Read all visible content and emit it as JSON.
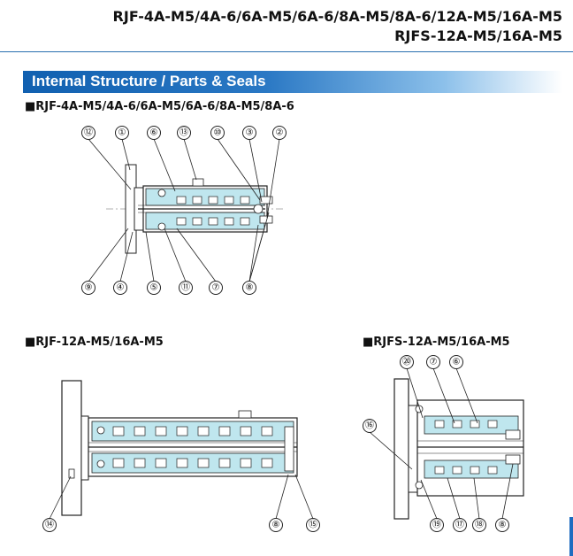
{
  "header": {
    "line1": "RJF-4A-M5/4A-6/6A-M5/6A-6/8A-M5/8A-6/12A-M5/16A-M5",
    "line2": "RJFS-12A-M5/16A-M5"
  },
  "section": {
    "title": "Internal Structure / Parts & Seals"
  },
  "diagrams": {
    "d1": {
      "label": "■RJF-4A-M5/4A-6/6A-M5/6A-6/8A-M5/8A-6",
      "callouts_top": [
        "⑫",
        "①",
        "⑥",
        "⑬",
        "⑩",
        "③",
        "②"
      ],
      "callouts_bottom": [
        "⑨",
        "④",
        "⑤",
        "⑪",
        "⑦",
        "⑧"
      ]
    },
    "d2": {
      "label": "■RJF-12A-M5/16A-M5",
      "callouts_bottom": [
        "⑭",
        "⑧",
        "⑮"
      ]
    },
    "d3": {
      "label": "■RJFS-12A-M5/16A-M5",
      "callouts_top": [
        "⑳",
        "⑦",
        "⑥"
      ],
      "callouts_left": [
        "⑯"
      ],
      "callouts_bottom": [
        "⑲",
        "⑰",
        "⑱",
        "⑧"
      ]
    }
  }
}
